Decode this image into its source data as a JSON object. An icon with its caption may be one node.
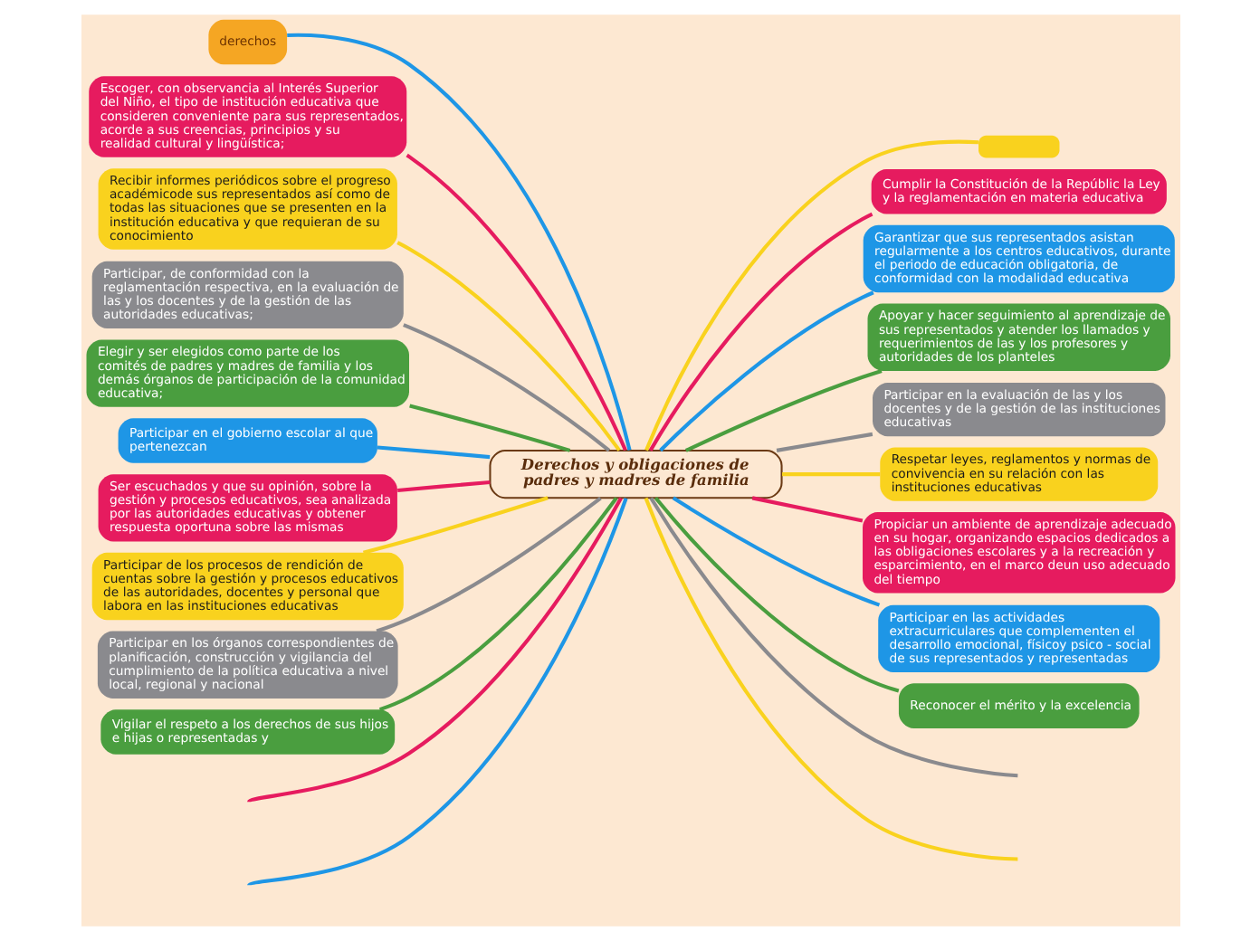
{
  "diagram": {
    "nodes": [
      {
        "text": [
          "Derechos y obligaciones de padres y madres de familia"
        ]
      },
      {
        "text": [
          "derechos"
        ]
      },
      {
        "text": [
          "Escoger, con observancia al Interés Superior del Niño, el tipo de institución educativa que consideren conveniente para sus representados, acorde a sus creencias, principios y su realidad cultural y lingüística;"
        ]
      },
      {
        "text": [
          "Recibir informes periódicos sobre el progreso académicode sus representados así como de todas las situaciones que se presenten en la institución educativa y que requieran de su conocimiento"
        ]
      },
      {
        "text": [
          "Participar, de conformidad con la reglamentación respectiva, en la evaluación de las y los docentes y de la gestión de las autoridades educativas;"
        ]
      },
      {
        "text": [
          "Elegir y ser elegidos como parte de los comités de padres y madres de familia y los demás órganos de participación de la comunidad educativa;"
        ]
      },
      {
        "text": [
          "Participar en el gobierno escolar al que pertenezcan"
        ]
      },
      {
        "text": [
          "Ser escuchados y que su opinión, sobre la gestión y procesos educativos, sea analizada por las autoridades educativas y obtener respuesta oportuna sobre las mismas"
        ]
      },
      {
        "text": [
          "Participar de los procesos de rendición de cuentas sobre la gestión y procesos educativos de las autoridades, docentes y personal que labora en las instituciones educativas"
        ]
      },
      {
        "text": [
          "Participar en los órganos correspondientes de planificación, construcción y vigilancia del cumplimiento de la política educativa a nivel local, regional y nacional"
        ]
      },
      {
        "text": [
          "Vigilar el respeto a los derechos de sus hijos e hijas o representadas y"
        ]
      },
      {
        "text": [],
        "shape": "box"
      },
      {
        "text": [
          "Cumplir la Constitución de la Repúblic la Ley y la reglamentación en materia educativa"
        ]
      },
      {
        "text": [
          "Garantizar que sus representados asistan regularmente a los centros educativos, durante el periodo de educación obligatoria, de conformidad con la modalidad educativa"
        ]
      },
      {
        "text": [
          "Apoyar y hacer seguimiento al aprendizaje de sus representados y atender los llamados y requerimientos de las y los profesores y autoridades de los planteles"
        ]
      },
      {
        "text": [
          "Participar en la evaluación de las y los docentes y de la gestión de las instituciones educativas"
        ]
      },
      {
        "text": [
          "Respetar leyes, reglamentos y normas de convivencia en su relación con las instituciones educativas"
        ]
      },
      {
        "text": [
          "Propiciar un ambiente de aprendizaje adecuado en su hogar, organizando espacios dedicados a las obligaciones escolares y a la recreación y esparcimiento, en el marco deun uso adecuado del tiempo"
        ]
      },
      {
        "text": [
          "Participar en las actividades extracurriculares que complementen el desarrollo emocional, físicoy psico - social de sus representados y representadas"
        ]
      },
      {
        "text": [
          "Reconocer el mérito y la excelencia"
        ]
      }
    ],
    "edges": [
      {
        "from": 0,
        "to": 1,
        "arrow": "none",
        "color": "#1e96e6"
      },
      {
        "from": 0,
        "to": 2,
        "arrow": "none",
        "color": "#e61b5f"
      },
      {
        "from": 0,
        "to": 3,
        "arrow": "none",
        "color": "#f9d21e"
      },
      {
        "from": 0,
        "to": 4,
        "arrow": "none",
        "color": "#8a8a8e"
      },
      {
        "from": 0,
        "to": 5,
        "arrow": "none",
        "color": "#4a9e3f"
      },
      {
        "from": 0,
        "to": 6,
        "arrow": "none",
        "color": "#1e96e6"
      },
      {
        "from": 0,
        "to": 7,
        "arrow": "none",
        "color": "#e61b5f"
      },
      {
        "from": 0,
        "to": 8,
        "arrow": "none",
        "color": "#f9d21e"
      },
      {
        "from": 0,
        "to": 9,
        "arrow": "none",
        "color": "#8a8a8e"
      },
      {
        "from": 0,
        "to": 10,
        "arrow": "none",
        "color": "#4a9e3f"
      },
      {
        "from": 0,
        "to": 11,
        "arrow": "none",
        "color": "#f9d21e"
      },
      {
        "from": 0,
        "to": 12,
        "arrow": "none",
        "color": "#e61b5f"
      },
      {
        "from": 0,
        "to": 13,
        "arrow": "none",
        "color": "#1e96e6"
      },
      {
        "from": 0,
        "to": 14,
        "arrow": "none",
        "color": "#4a9e3f"
      },
      {
        "from": 0,
        "to": 15,
        "arrow": "none",
        "color": "#8a8a8e"
      },
      {
        "from": 0,
        "to": 16,
        "arrow": "none",
        "color": "#f9d21e"
      },
      {
        "from": 0,
        "to": 17,
        "arrow": "none",
        "color": "#e61b5f"
      },
      {
        "from": 0,
        "to": 18,
        "arrow": "none",
        "color": "#1e96e6"
      },
      {
        "from": 0,
        "to": 19,
        "arrow": "none",
        "color": "#4a9e3f"
      },
      {
        "from": 0,
        "to": null,
        "arrow": "none",
        "color": "#1e96e6"
      },
      {
        "from": 0,
        "to": null,
        "arrow": "none",
        "color": "#f9d21e"
      },
      {
        "from": 0,
        "to": null,
        "arrow": "none",
        "color": "#e61b5f"
      },
      {
        "from": 0,
        "to": null,
        "arrow": "none",
        "color": "#8a8a8e"
      }
    ]
  }
}
